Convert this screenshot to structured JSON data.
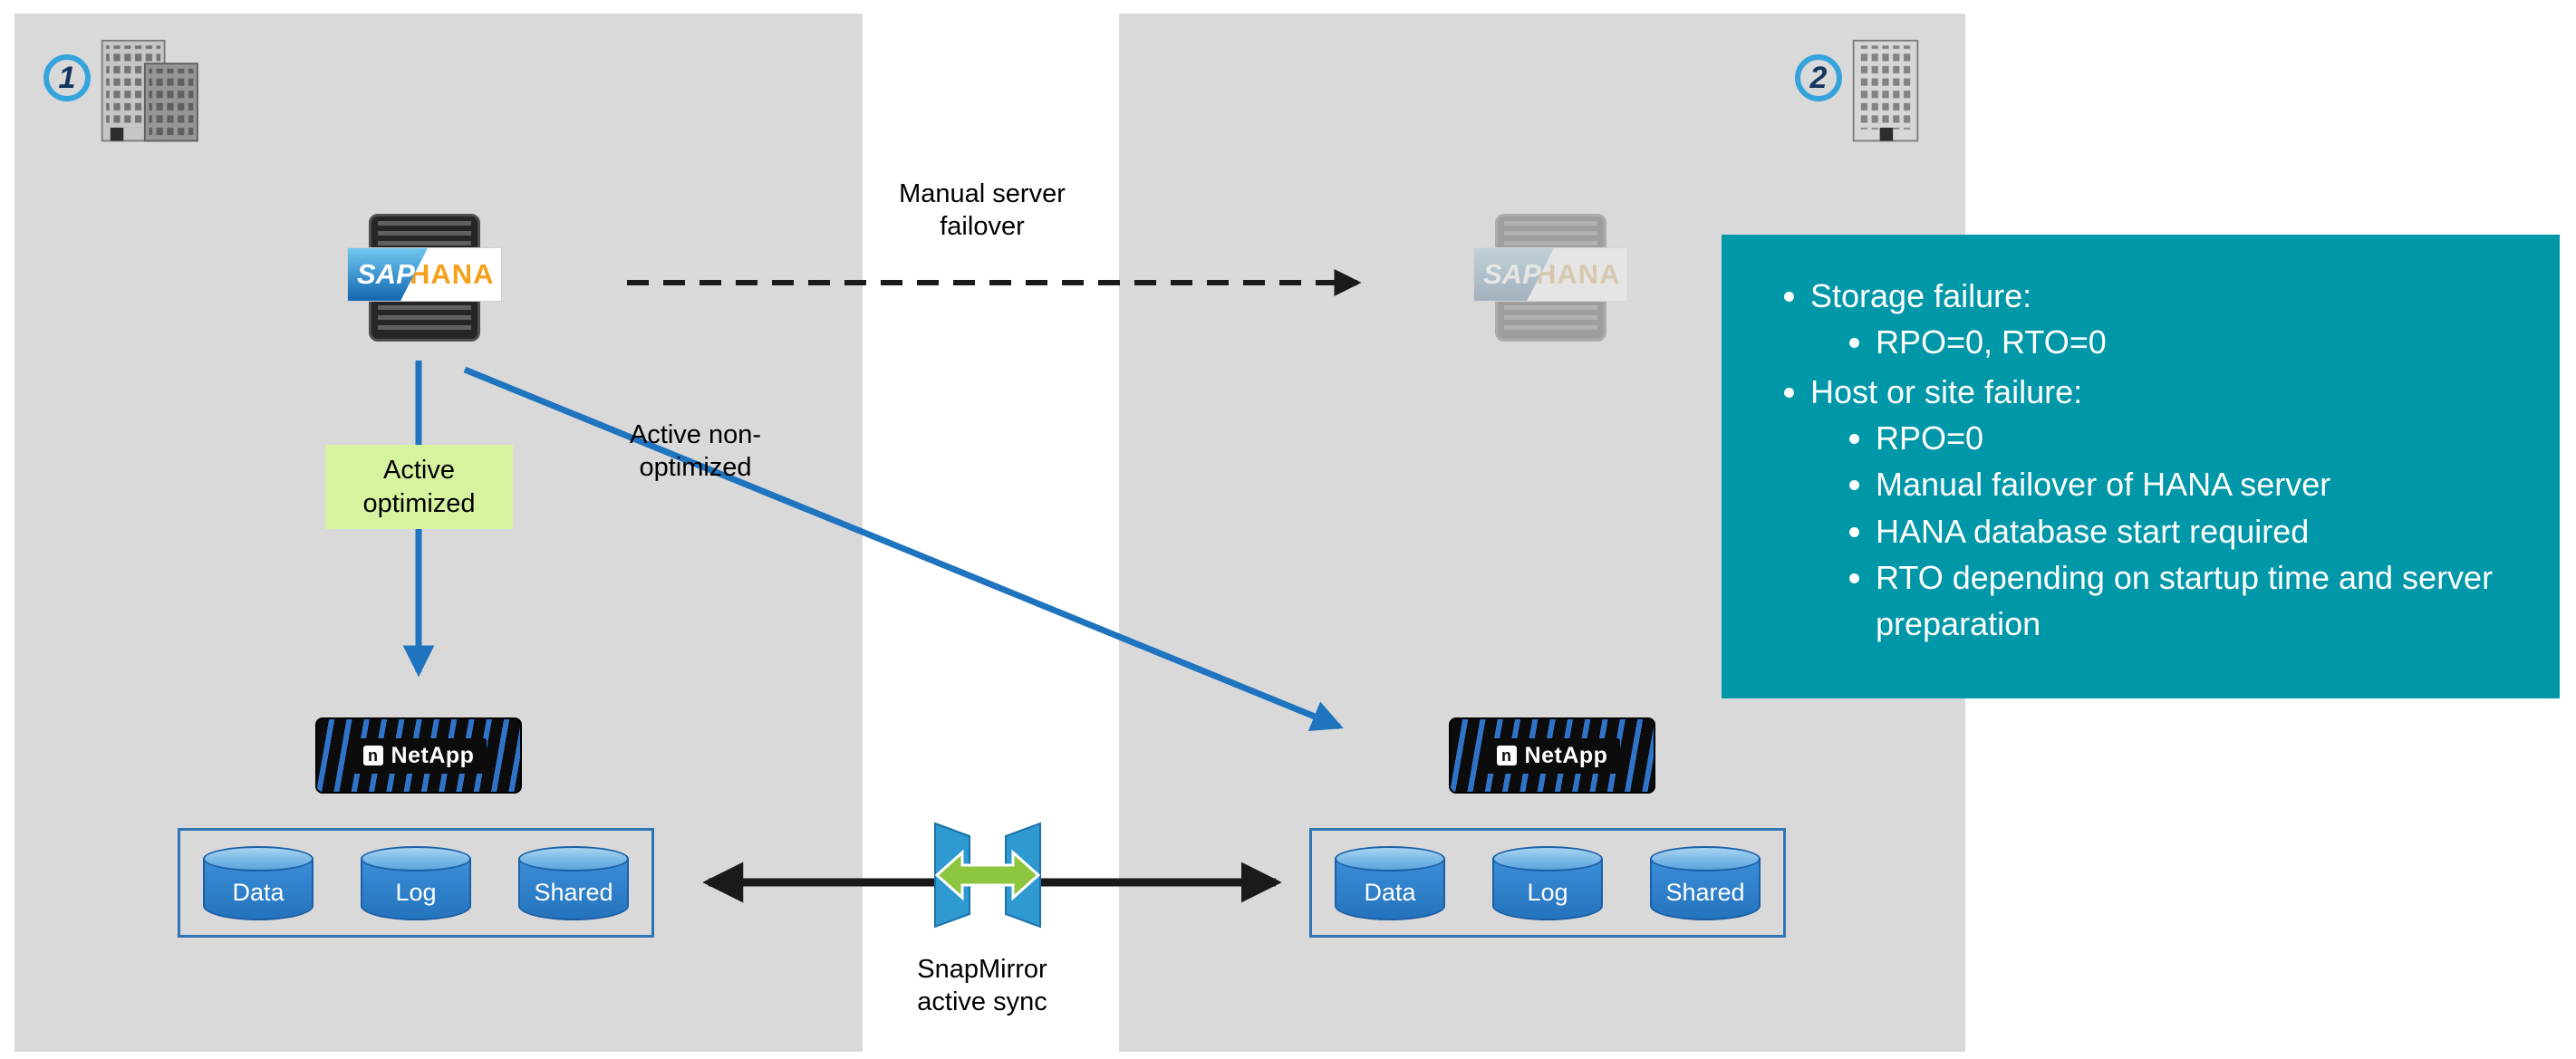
{
  "sites": [
    {
      "number": "1"
    },
    {
      "number": "2"
    }
  ],
  "server": {
    "sap": "SAP",
    "hana": "HANA"
  },
  "storage": {
    "brand": "NetApp",
    "mark": "n"
  },
  "volumes": [
    "Data",
    "Log",
    "Shared"
  ],
  "labels": {
    "manual_failover": "Manual server failover",
    "active_optimized": "Active optimized",
    "active_non_optimized": "Active non-optimized",
    "snapmirror": "SnapMirror active sync"
  },
  "callout": {
    "items": [
      {
        "title": "Storage failure:",
        "subitems": [
          "RPO=0, RTO=0"
        ]
      },
      {
        "title": "Host or site failure:",
        "subitems": [
          "RPO=0",
          "Manual failover of HANA server",
          "HANA database start required",
          "RTO depending on startup time and server preparation"
        ]
      }
    ]
  },
  "colors": {
    "panel": "#d9d9d9",
    "teal": "#0097a9",
    "blue": "#1f74bf",
    "green-label": "#d7f3a0",
    "green-arrow": "#8cc63f",
    "cylinder": "#2e80ce",
    "border-blue": "#2e75b6",
    "sap-orange": "#f5a11c",
    "black": "#1a1a1a"
  }
}
